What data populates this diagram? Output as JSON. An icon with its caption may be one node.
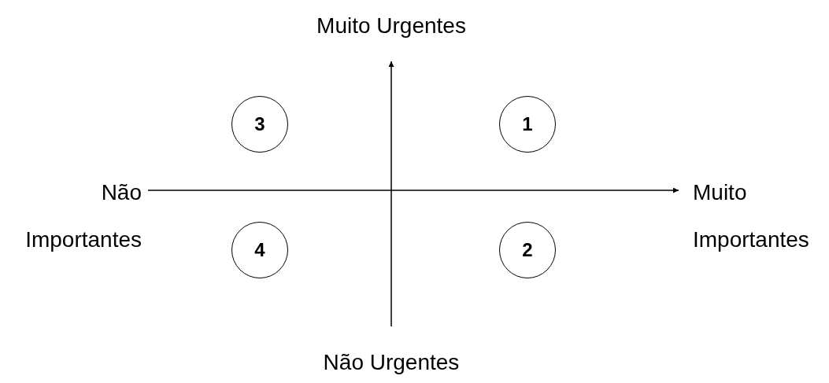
{
  "diagram": {
    "nodes": [
      {
        "text": [
          "Muito Urgentes"
        ]
      },
      {
        "text": [
          "3"
        ]
      },
      {
        "text": [
          "1"
        ]
      },
      {
        "text": [
          "Não Importantes"
        ]
      },
      {
        "text": [
          "Muito Importantes"
        ]
      },
      {
        "text": [
          "4"
        ]
      },
      {
        "text": [
          "2"
        ]
      },
      {
        "text": [
          "Não Urgentes"
        ]
      }
    ],
    "edges": [
      {
        "from": 7,
        "to": 0,
        "arrow": "to"
      },
      {
        "from": 3,
        "to": 4,
        "arrow": "to"
      }
    ]
  }
}
